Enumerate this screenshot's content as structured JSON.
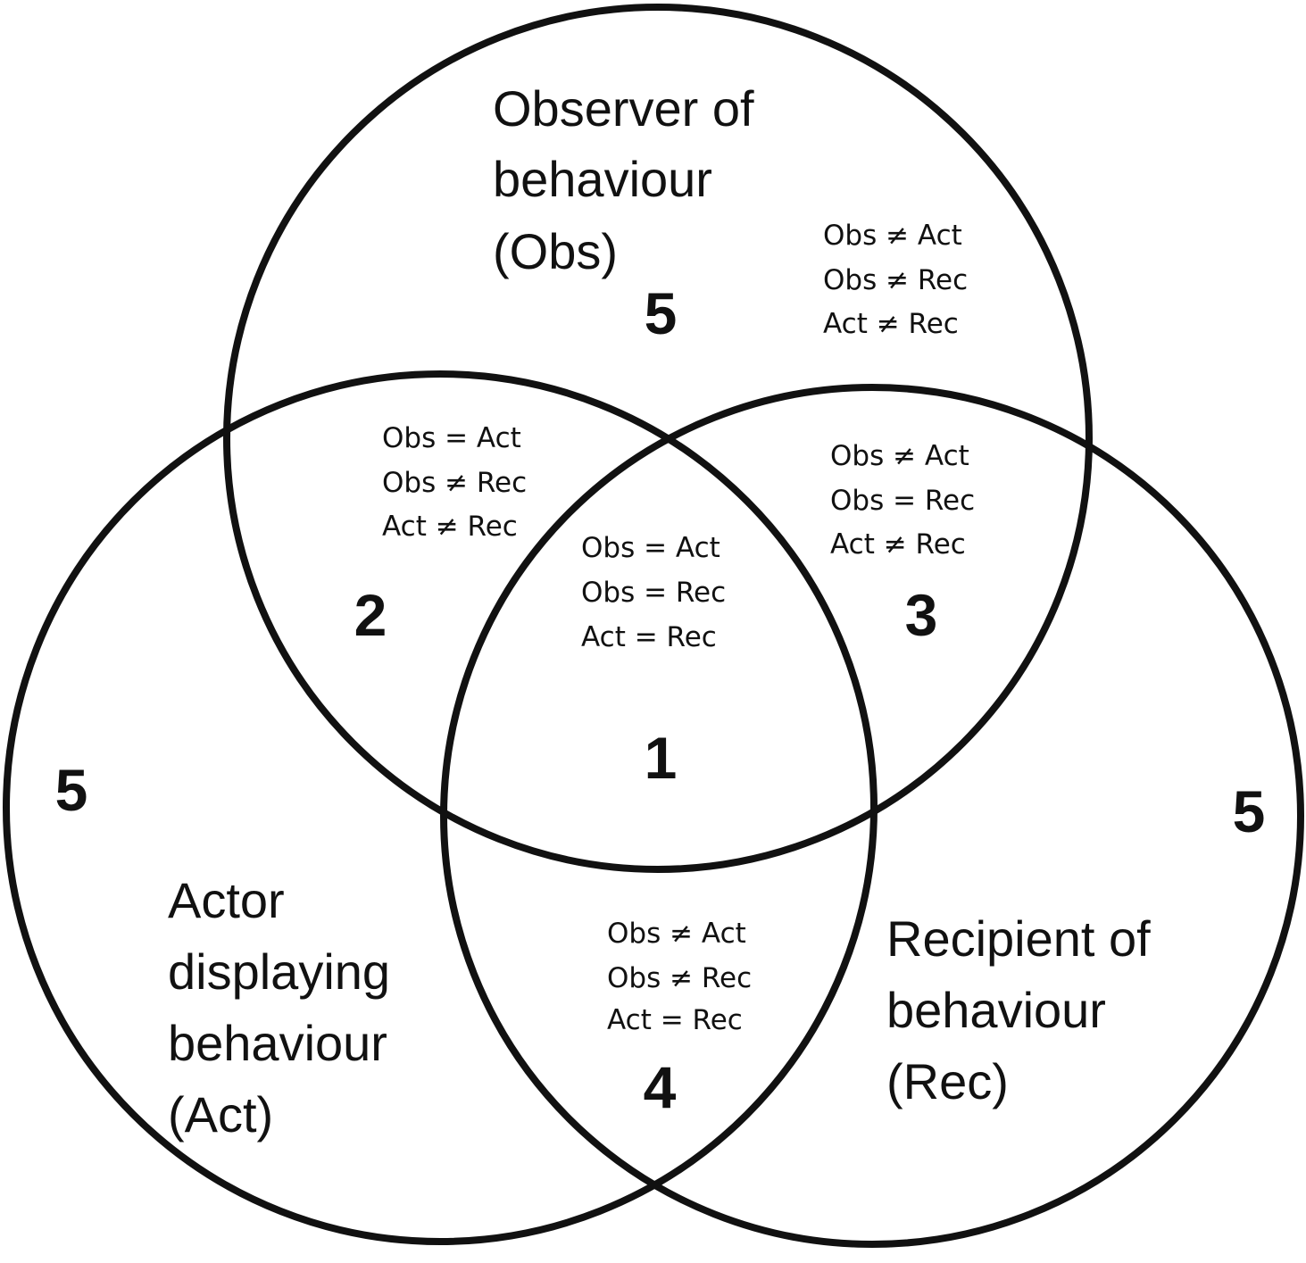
{
  "sets": {
    "observer": [
      "Observer of",
      "behaviour",
      "(Obs)"
    ],
    "actor": [
      "Actor",
      "displaying",
      "behaviour",
      "(Act)"
    ],
    "recipient": [
      "Recipient of",
      "behaviour",
      "(Rec)"
    ]
  },
  "regions": {
    "obs_only": {
      "number": "5",
      "rules": [
        "Obs ≠ Act",
        "Obs ≠ Rec",
        "Act ≠ Rec"
      ]
    },
    "obs_act": {
      "number": "2",
      "rules": [
        "Obs = Act",
        "Obs ≠ Rec",
        "Act ≠ Rec"
      ]
    },
    "obs_rec": {
      "number": "3",
      "rules": [
        "Obs ≠ Act",
        "Obs = Rec",
        "Act ≠ Rec"
      ]
    },
    "center": {
      "number": "1",
      "rules": [
        "Obs = Act",
        "Obs = Rec",
        "Act = Rec"
      ]
    },
    "act_rec": {
      "number": "4",
      "rules": [
        "Obs ≠ Act",
        "Obs ≠ Rec",
        "Act = Rec"
      ]
    },
    "act_only": {
      "number": "5"
    },
    "rec_only": {
      "number": "5"
    }
  }
}
